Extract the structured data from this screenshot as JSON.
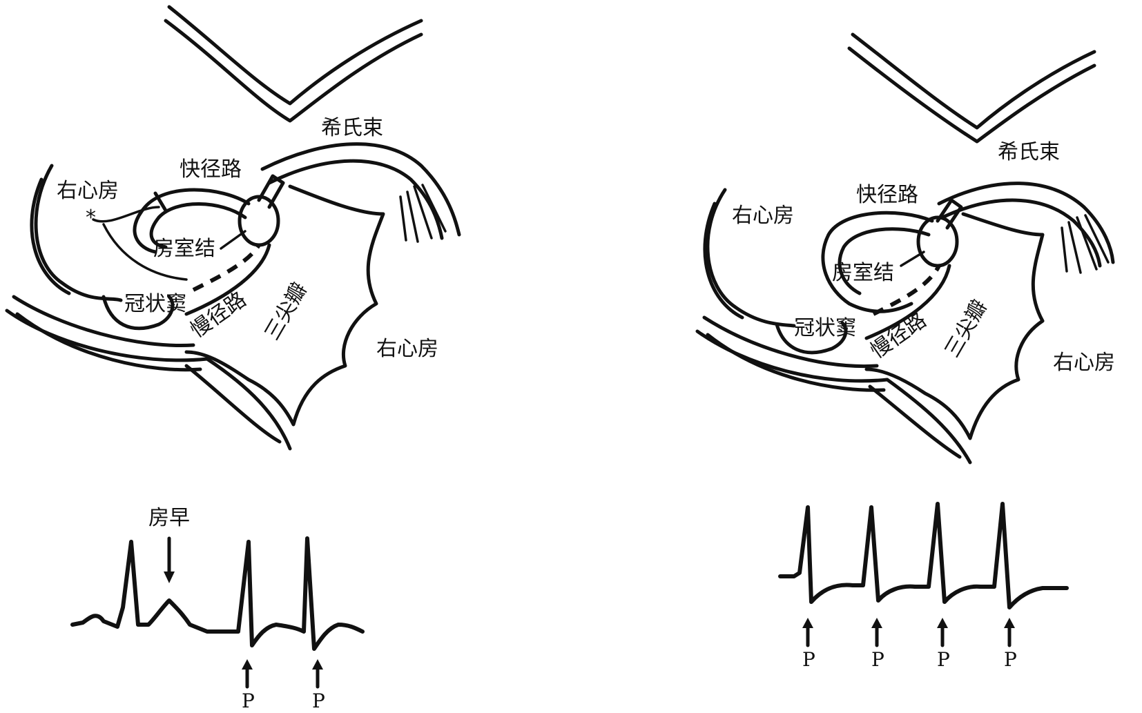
{
  "left_panel": {
    "labels": {
      "his_bundle": "希氏束",
      "fast_pathway": "快径路",
      "right_atrium_top": "右心房",
      "av_node": "房室结",
      "coronary_sinus": "冠状窦",
      "slow_pathway": "慢径路",
      "tricuspid": "三尖瓣",
      "right_atrium_bottom": "右心房"
    },
    "ecg": {
      "annotation": "房早",
      "p_labels": [
        "P",
        "P"
      ]
    }
  },
  "right_panel": {
    "labels": {
      "his_bundle": "希氏束",
      "fast_pathway": "快径路",
      "right_atrium_top": "右心房",
      "av_node": "房室结",
      "coronary_sinus": "冠状窦",
      "slow_pathway": "慢径路",
      "tricuspid": "三尖瓣",
      "right_atrium_bottom": "右心房"
    },
    "ecg": {
      "p_labels": [
        "P",
        "P",
        "P",
        "P"
      ]
    }
  }
}
